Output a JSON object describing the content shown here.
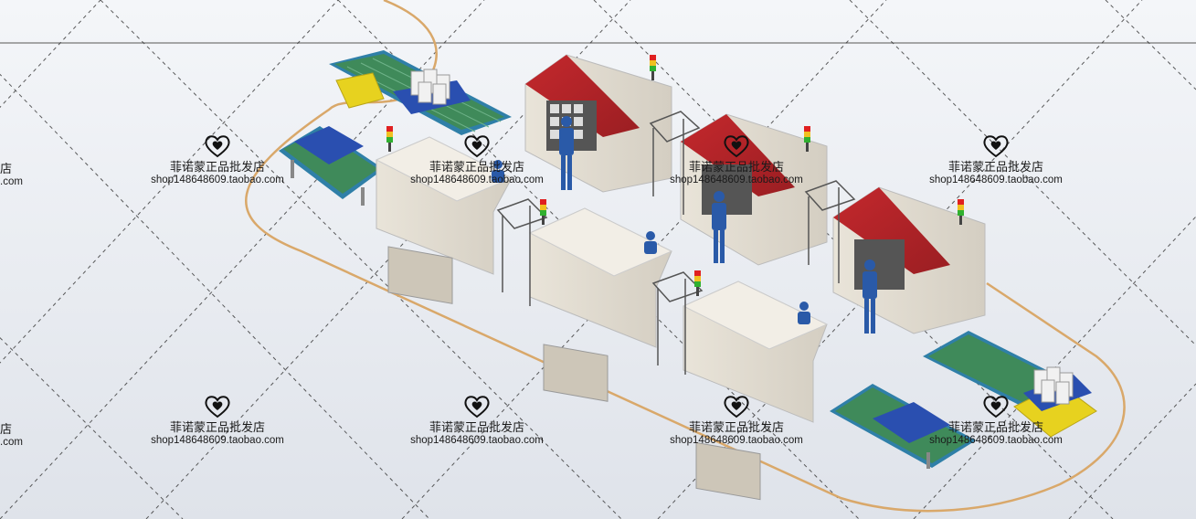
{
  "scene": {
    "description_colors": {
      "background_top": "#f4f6f9",
      "background_bottom": "#dfe3ea",
      "machine_body": "#e8e2d6",
      "machine_roof": "#b8252a",
      "conveyor_green": "#3f8a5a",
      "conveyor_frame": "#2f7fa8",
      "pallet_blue": "#2a4fb0",
      "agv_yellow": "#e7d21f",
      "worker_blue": "#2a5aa8",
      "guide_track": "#d9a86a"
    }
  },
  "watermark": {
    "shop_name": "菲诺蒙正品批发店",
    "shop_url": "shop148648609.taobao.com",
    "icon": "heart-icon",
    "partial_left_name": "店",
    "partial_left_url": ".com"
  }
}
